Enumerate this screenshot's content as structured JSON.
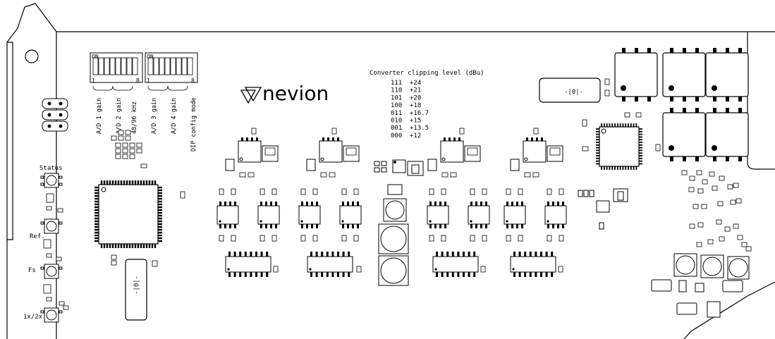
{
  "logo": {
    "brand": "nevion"
  },
  "dip_switches": [
    {
      "on_label": "ON",
      "first": "1",
      "last": "8"
    },
    {
      "on_label": "ON",
      "first": "1",
      "last": "8"
    }
  ],
  "gain_labels": [
    "A/D 1 gain",
    "A/D 2 gain",
    "48/96 kHz",
    "A/D 3 gain",
    "A/D 4 gain",
    "DIP config mode"
  ],
  "clipping_table": {
    "title": "Converter clipping level (dBu)",
    "rows": [
      {
        "code": "111",
        "level": "+24"
      },
      {
        "code": "110",
        "level": "+21"
      },
      {
        "code": "101",
        "level": "+20"
      },
      {
        "code": "100",
        "level": "+18"
      },
      {
        "code": "011",
        "level": "+16.7"
      },
      {
        "code": "010",
        "level": "+15"
      },
      {
        "code": "001",
        "level": "+13.5"
      },
      {
        "code": "000",
        "level": "+12"
      }
    ]
  },
  "led_labels": {
    "status": "Status",
    "ref": "Ref.",
    "fs": "Fs",
    "speed": "1x/2x"
  }
}
